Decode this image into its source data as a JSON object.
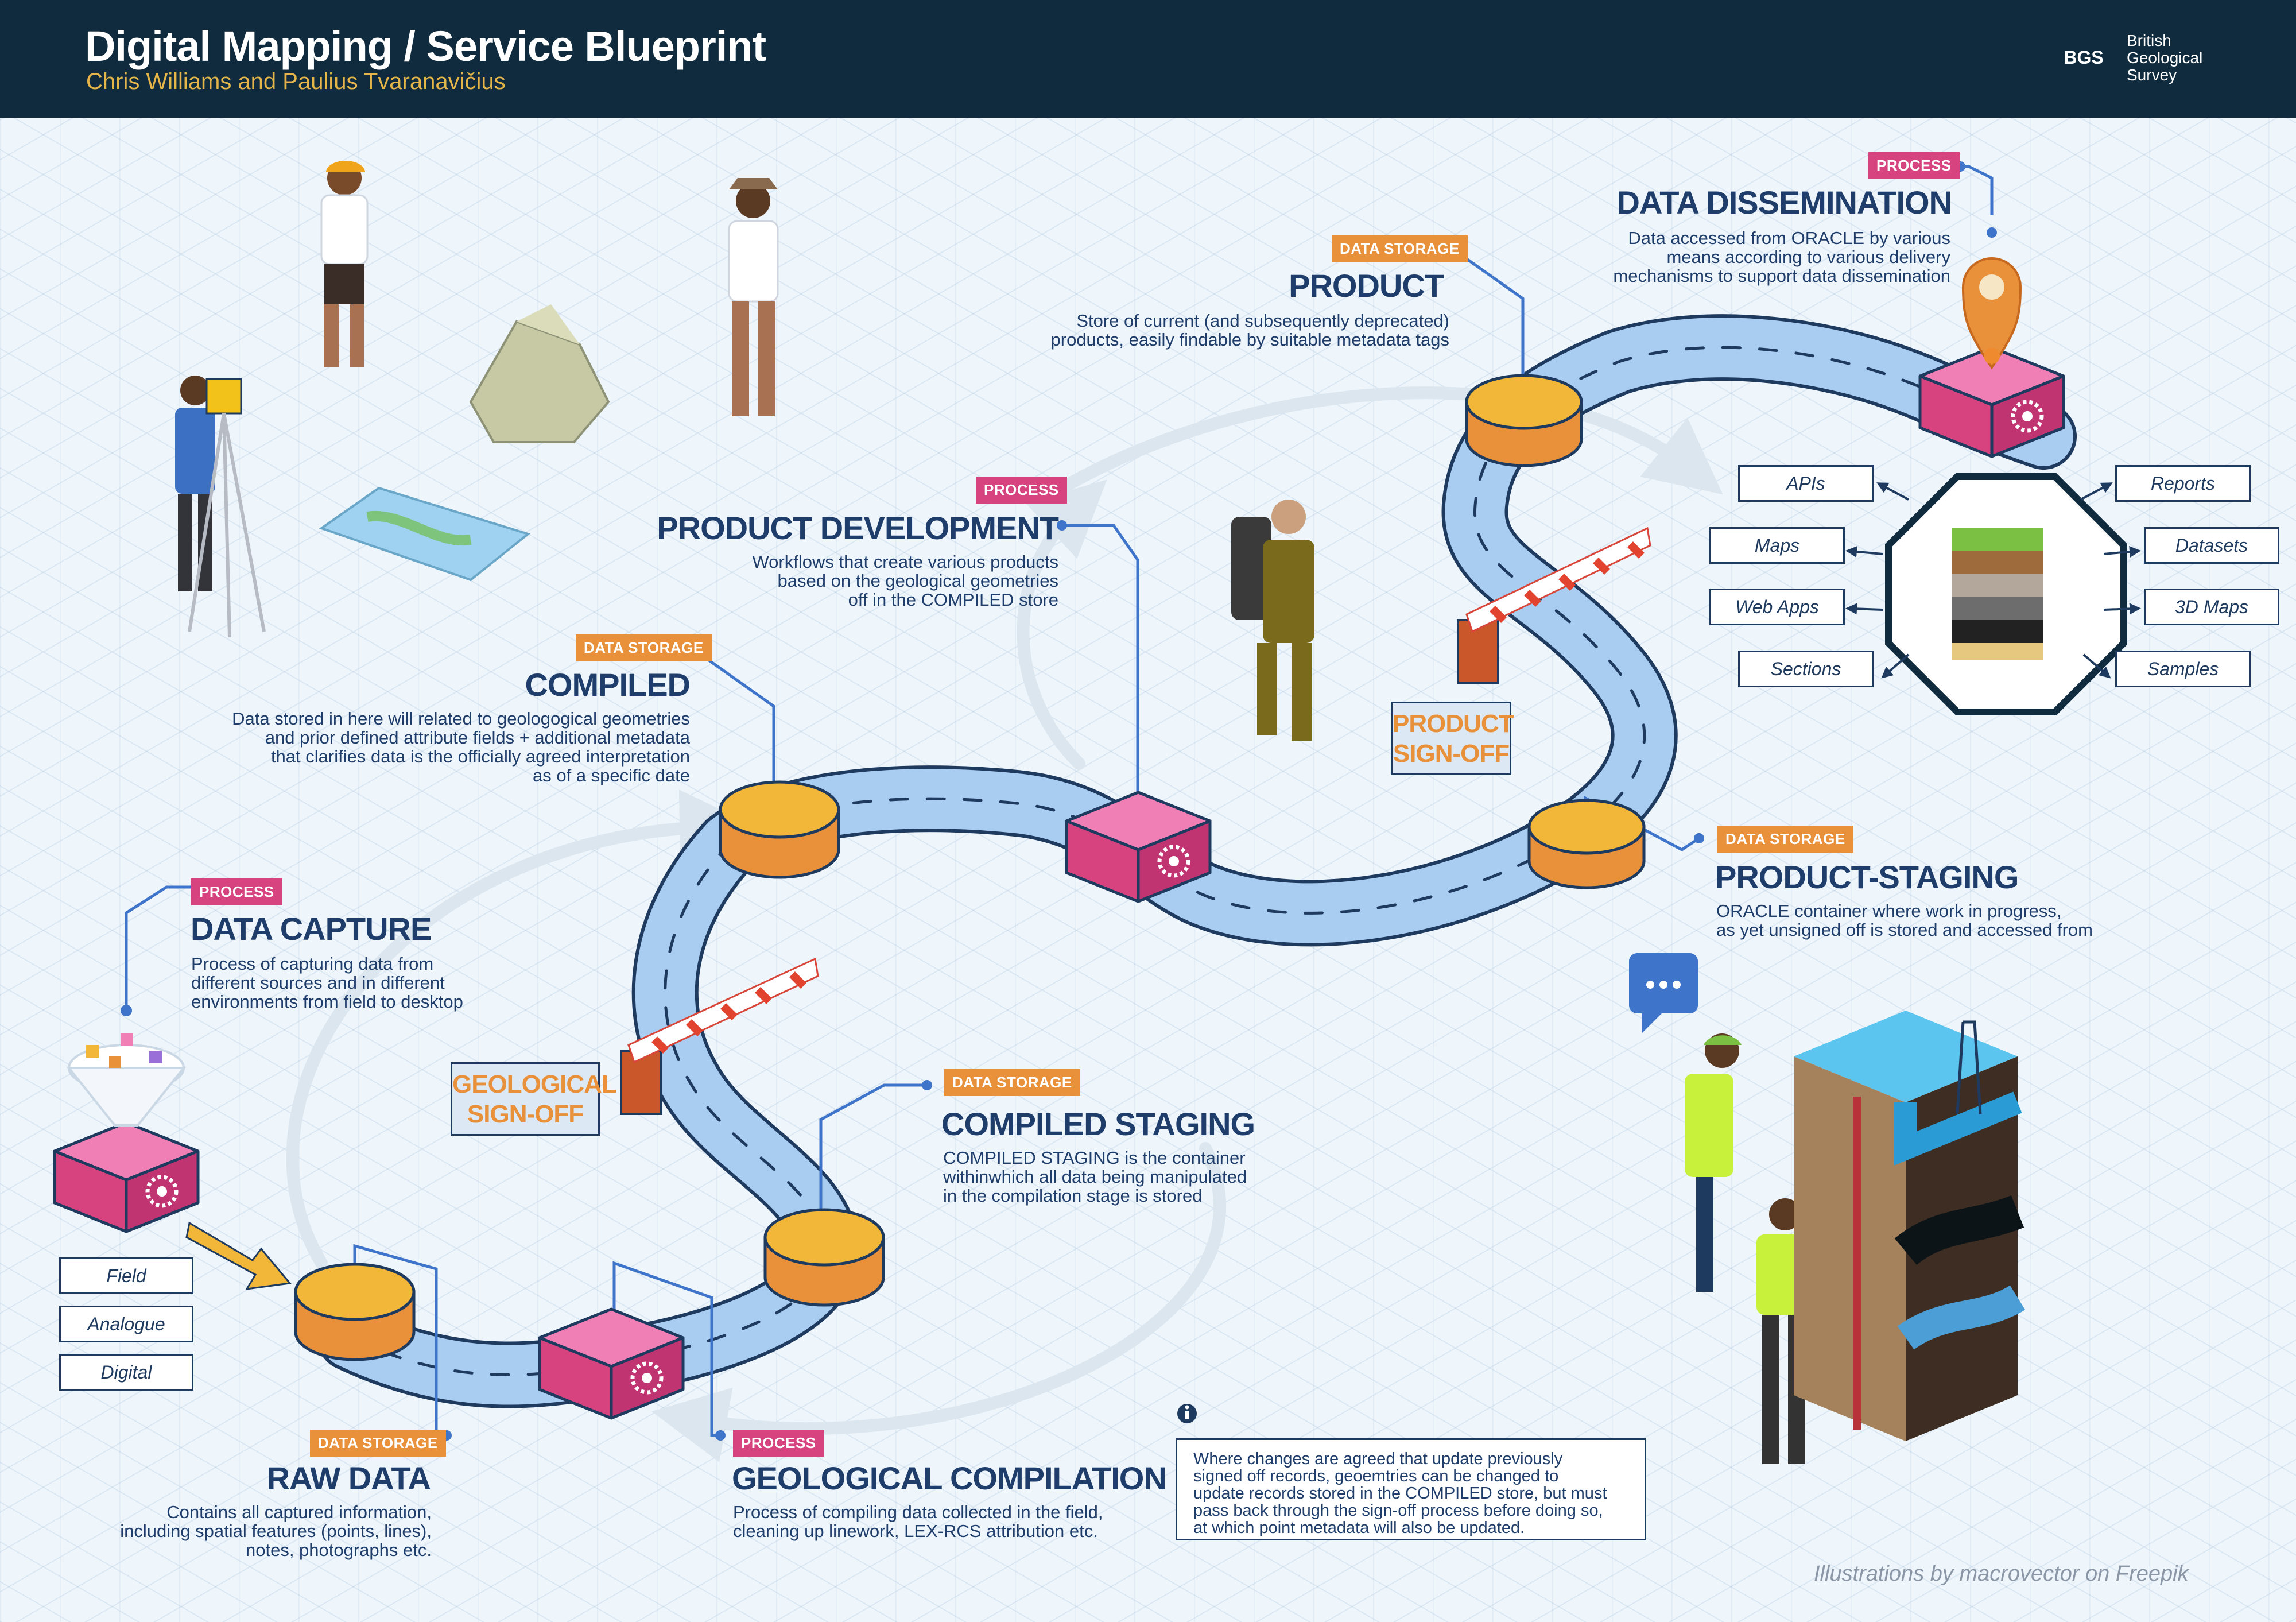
{
  "header": {
    "title": "Digital Mapping / Service Blueprint",
    "subtitle": "Chris Williams and Paulius Tvaranavičius",
    "logo_abbrev": "BGS",
    "logo_line1": "British",
    "logo_line2": "Geological",
    "logo_line3": "Survey"
  },
  "colors": {
    "data_storage": "#e8903a",
    "process": "#d6437f",
    "heading": "#1e3d6b",
    "road": "#a9cdf0",
    "header_bg": "#0f2b3d"
  },
  "nodes": {
    "data_capture": {
      "tag": "PROCESS",
      "title": "DATA CAPTURE",
      "desc": "Process of capturing data from\ndifferent sources and in different\nenvironments from field to desktop"
    },
    "raw_data": {
      "tag": "DATA STORAGE",
      "title": "RAW DATA",
      "desc": "Contains all captured information,\nincluding spatial features (points, lines),\nnotes, photographs etc."
    },
    "geological_compilation": {
      "tag": "PROCESS",
      "title": "GEOLOGICAL COMPILATION",
      "desc": "Process of compiling data collected in the field,\ncleaning up linework, LEX-RCS attribution etc."
    },
    "compiled_staging": {
      "tag": "DATA STORAGE",
      "title": "COMPILED STAGING",
      "desc": "COMPILED STAGING is the container\nwithinwhich all data being manipulated\nin the compilation stage is stored"
    },
    "compiled": {
      "tag": "DATA STORAGE",
      "title": "COMPILED",
      "desc": "Data stored in here will related to geologogical geometries\nand prior defined attribute fields + additional metadata\nthat clarifies data is the officially agreed interpretation\nas of a specific date"
    },
    "product_development": {
      "tag": "PROCESS",
      "title": "PRODUCT DEVELOPMENT",
      "desc": "Workflows that create various products\nbased on the geological geometries\noff in the COMPILED store"
    },
    "product_staging": {
      "tag": "DATA STORAGE",
      "title": "PRODUCT-STAGING",
      "desc": "ORACLE container where work in progress,\nas yet unsigned off is stored and accessed from"
    },
    "product": {
      "tag": "DATA STORAGE",
      "title": "PRODUCT",
      "desc": "Store of current (and subsequently deprecated)\nproducts, easily findable by suitable metadata tags"
    },
    "data_dissemination": {
      "tag": "PROCESS",
      "title": "DATA DISSEMINATION",
      "desc": "Data accessed from ORACLE by various\nmeans according to various delivery\nmechanisms to support data dissemination"
    }
  },
  "signoffs": {
    "geological": [
      "GEOLOGICAL",
      "SIGN-OFF"
    ],
    "product": [
      "PRODUCT",
      "SIGN-OFF"
    ]
  },
  "capture_sources": [
    "Field",
    "Analogue",
    "Digital"
  ],
  "outputs_left": [
    "APIs",
    "Maps",
    "Web Apps",
    "Sections"
  ],
  "outputs_right": [
    "Reports",
    "Datasets",
    "3D Maps",
    "Samples"
  ],
  "info_note": "Where changes are agreed that update previously\nsigned off records, geoemtries can be changed to\nupdate records stored in the COMPILED store, but must\npass back through the sign-off process before doing so,\nat which point metadata will also be updated.",
  "info_icon": "info-icon",
  "credit": "Illustrations by macrovector on Freepik"
}
